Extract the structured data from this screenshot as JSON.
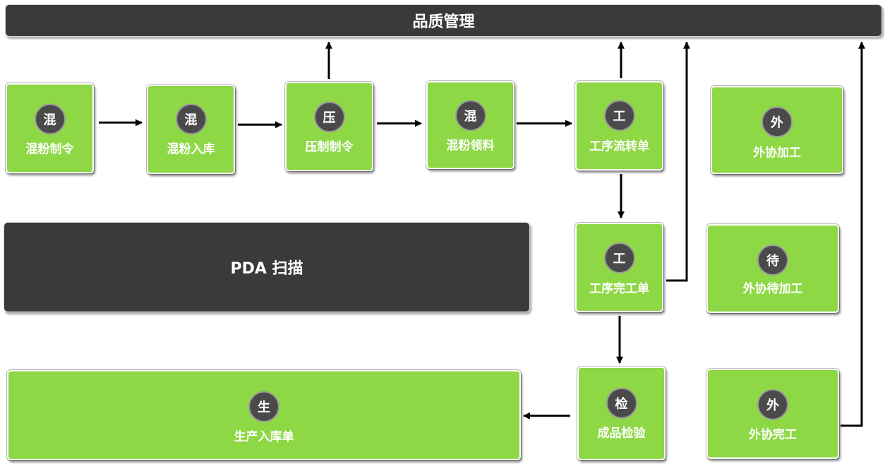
{
  "top_bar": {
    "title": "品质管理"
  },
  "pda_bar": {
    "title": "PDA 扫描"
  },
  "nodes": [
    {
      "id": "mix-order",
      "icon": "混",
      "label": "混粉制令"
    },
    {
      "id": "mix-stock-in",
      "icon": "混",
      "label": "混粉入库"
    },
    {
      "id": "press-order",
      "icon": "压",
      "label": "压制制令"
    },
    {
      "id": "mix-material-pick",
      "icon": "混",
      "label": "混粉领料"
    },
    {
      "id": "process-transfer",
      "icon": "工",
      "label": "工序流转单"
    },
    {
      "id": "outsource-process",
      "icon": "外",
      "label": "外协加工"
    },
    {
      "id": "process-complete",
      "icon": "工",
      "label": "工序完工单"
    },
    {
      "id": "outsource-pending",
      "icon": "待",
      "label": "外协待加工"
    },
    {
      "id": "final-inspection",
      "icon": "检",
      "label": "成品检验"
    },
    {
      "id": "outsource-complete",
      "icon": "外",
      "label": "外协完工"
    },
    {
      "id": "production-stock-in",
      "icon": "生",
      "label": "生产入库单"
    }
  ],
  "colors": {
    "node": "#8ed846",
    "bar": "#3b3a3a",
    "circle": "#4a4a4a",
    "edge": "#000000"
  }
}
